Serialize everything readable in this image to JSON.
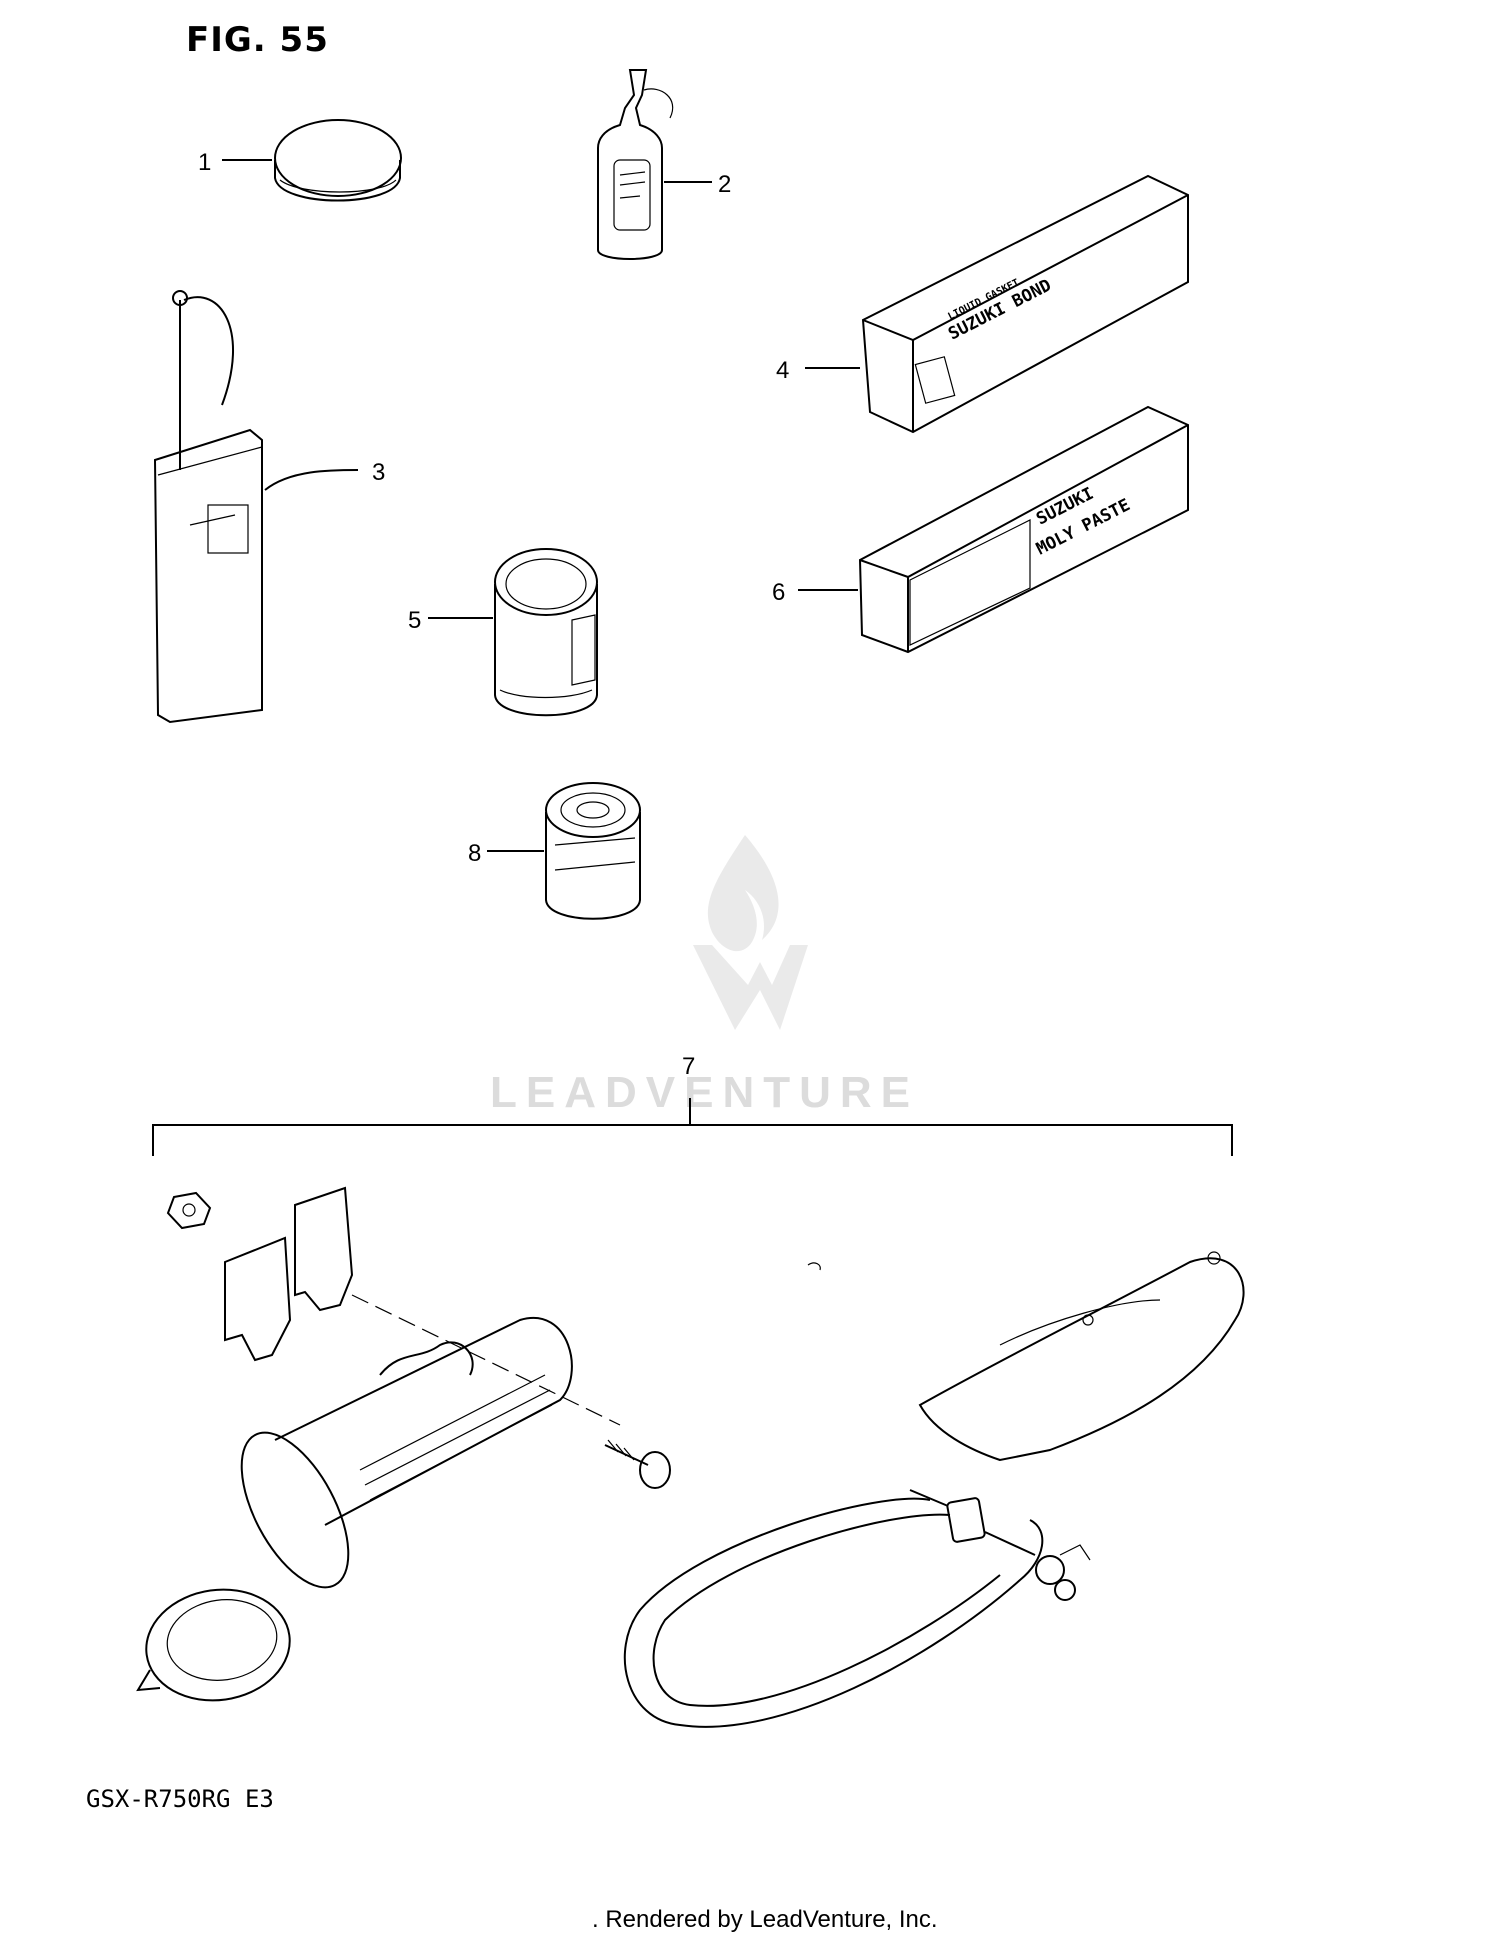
{
  "figure": {
    "title": "FIG. 55",
    "model": "GSX-R750RG  E3"
  },
  "callouts": [
    "1",
    "2",
    "3",
    "4",
    "5",
    "6",
    "7",
    "8"
  ],
  "packaging": {
    "bond_label": "SUZUKI BOND",
    "bond_sub": "LIQUID GASKET",
    "paste_label_1": "SUZUKI",
    "paste_label_2": "MOLY PASTE"
  },
  "watermark": {
    "text": "LEADVENTURE"
  },
  "footer": {
    "rendered_by": ". Rendered by LeadVenture, Inc."
  },
  "icons": [
    "grease-tin-icon",
    "oil-bottle-icon",
    "oil-can-icon",
    "bond-box-icon",
    "sealant-can-icon",
    "paste-box-icon",
    "tool-kit-icon",
    "small-tin-icon",
    "leadventure-logo-icon"
  ]
}
